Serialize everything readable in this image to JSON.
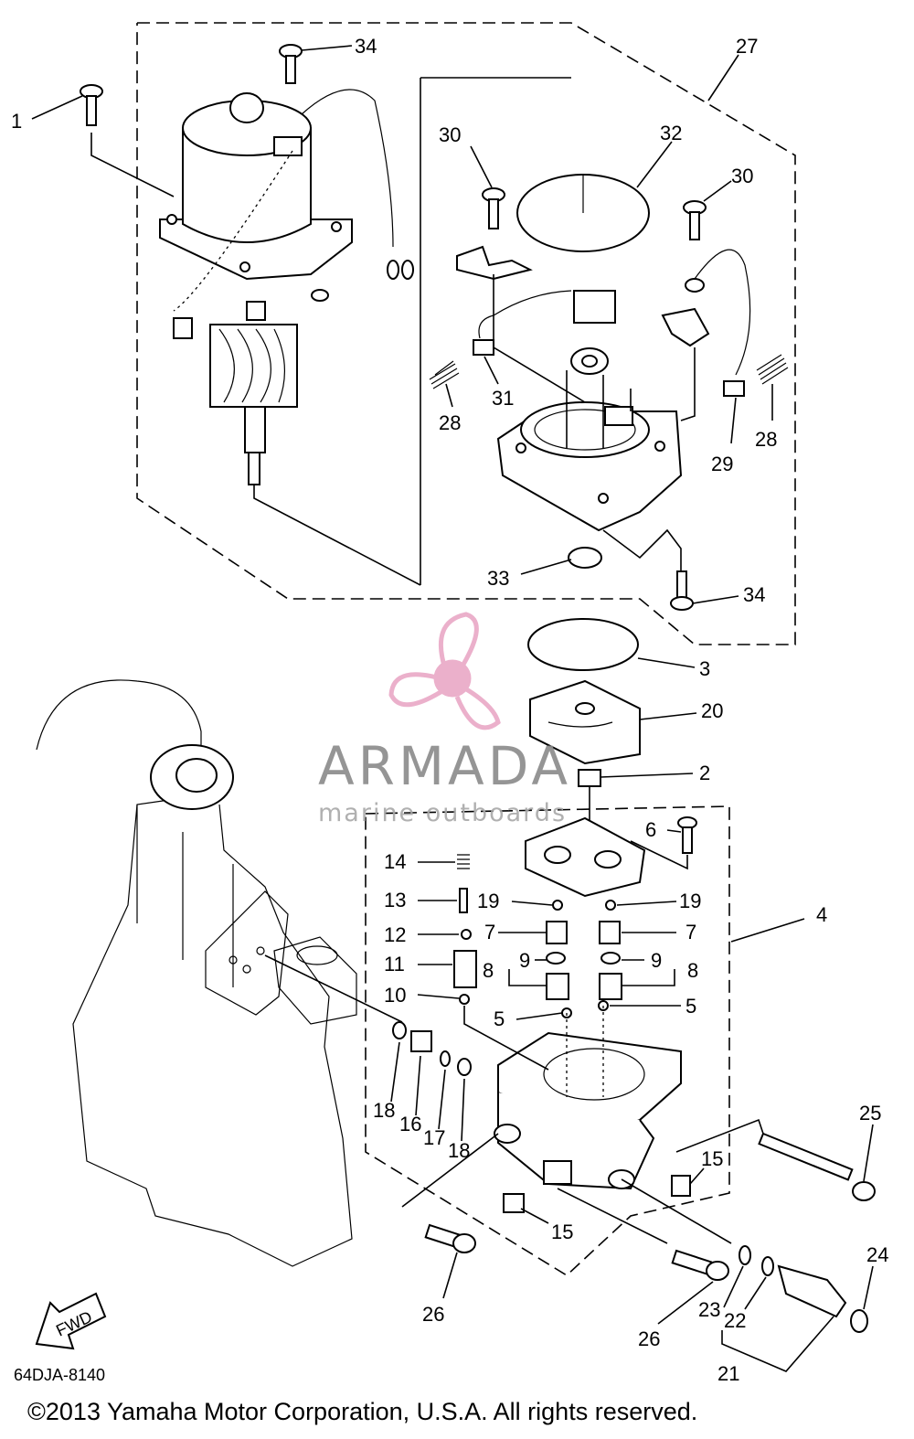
{
  "diagram_code": "64DJA-8140",
  "copyright": "©2013 Yamaha Motor Corporation, U.S.A. All rights reserved.",
  "watermark": {
    "brand": "ARMADA",
    "tagline": "marine outboards",
    "color": "#e9a8c6"
  },
  "fwd_label": "FWD",
  "callouts": {
    "c1": "1",
    "c2": "2",
    "c3": "3",
    "c4": "4",
    "c5a": "5",
    "c5b": "5",
    "c6": "6",
    "c7a": "7",
    "c7b": "7",
    "c8a": "8",
    "c8b": "8",
    "c9a": "9",
    "c9b": "9",
    "c10": "10",
    "c11": "11",
    "c12": "12",
    "c13": "13",
    "c14": "14",
    "c15a": "15",
    "c15b": "15",
    "c16": "16",
    "c17": "17",
    "c18a": "18",
    "c18b": "18",
    "c19a": "19",
    "c19b": "19",
    "c20": "20",
    "c21": "21",
    "c22": "22",
    "c23": "23",
    "c24": "24",
    "c25": "25",
    "c26a": "26",
    "c26b": "26",
    "c27": "27",
    "c28a": "28",
    "c28b": "28",
    "c29": "29",
    "c30a": "30",
    "c30b": "30",
    "c31": "31",
    "c32": "32",
    "c33": "33",
    "c34a": "34",
    "c34b": "34"
  }
}
